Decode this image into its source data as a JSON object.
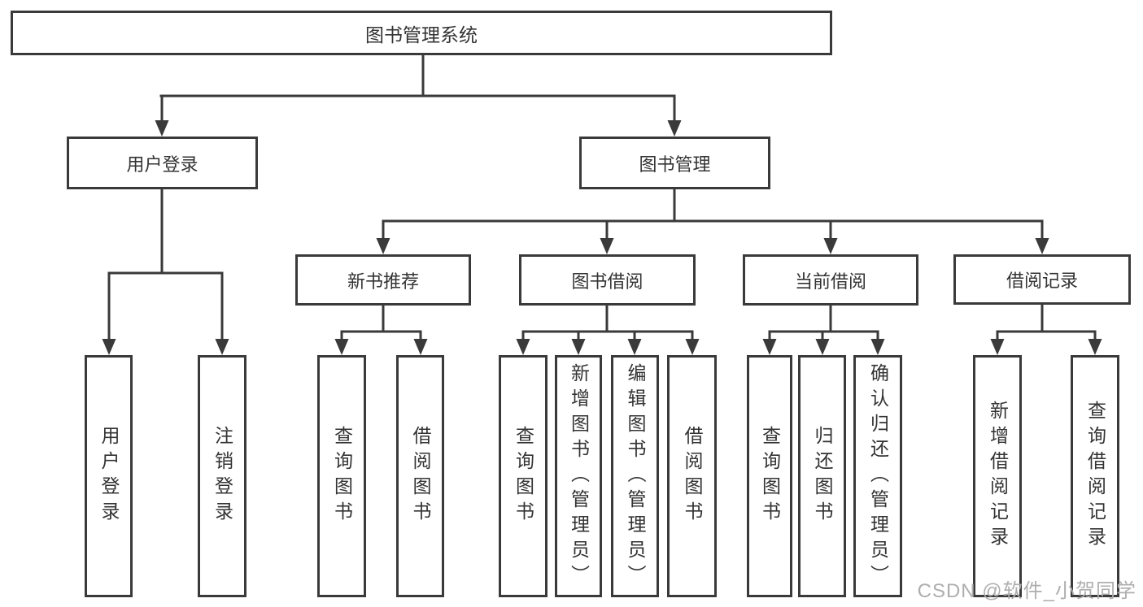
{
  "tree": {
    "label": "图书管理系统",
    "children": [
      {
        "label": "用户登录",
        "children": [
          {
            "label": "用户登录"
          },
          {
            "label": "注销登录"
          }
        ]
      },
      {
        "label": "图书管理",
        "children": [
          {
            "label": "新书推荐",
            "children": [
              {
                "label": "查询图书"
              },
              {
                "label": "借阅图书"
              }
            ]
          },
          {
            "label": "图书借阅",
            "children": [
              {
                "label": "查询图书"
              },
              {
                "label": "新增图书（管理员）"
              },
              {
                "label": "编辑图书（管理员）"
              },
              {
                "label": "借阅图书"
              }
            ]
          },
          {
            "label": "当前借阅",
            "children": [
              {
                "label": "查询图书"
              },
              {
                "label": "归还图书"
              },
              {
                "label": "确认归还（管理员）"
              }
            ]
          },
          {
            "label": "借阅记录",
            "children": [
              {
                "label": "新增借阅记录"
              },
              {
                "label": "查询借阅记录"
              }
            ]
          }
        ]
      }
    ]
  },
  "watermark": {
    "text": "CSDN @软件_小贺同学"
  },
  "colors": {
    "line": "#3a3a3a",
    "box_border": "#3a3a3a",
    "text": "#333333",
    "watermark": "#aeaeae",
    "background": "#ffffff"
  }
}
